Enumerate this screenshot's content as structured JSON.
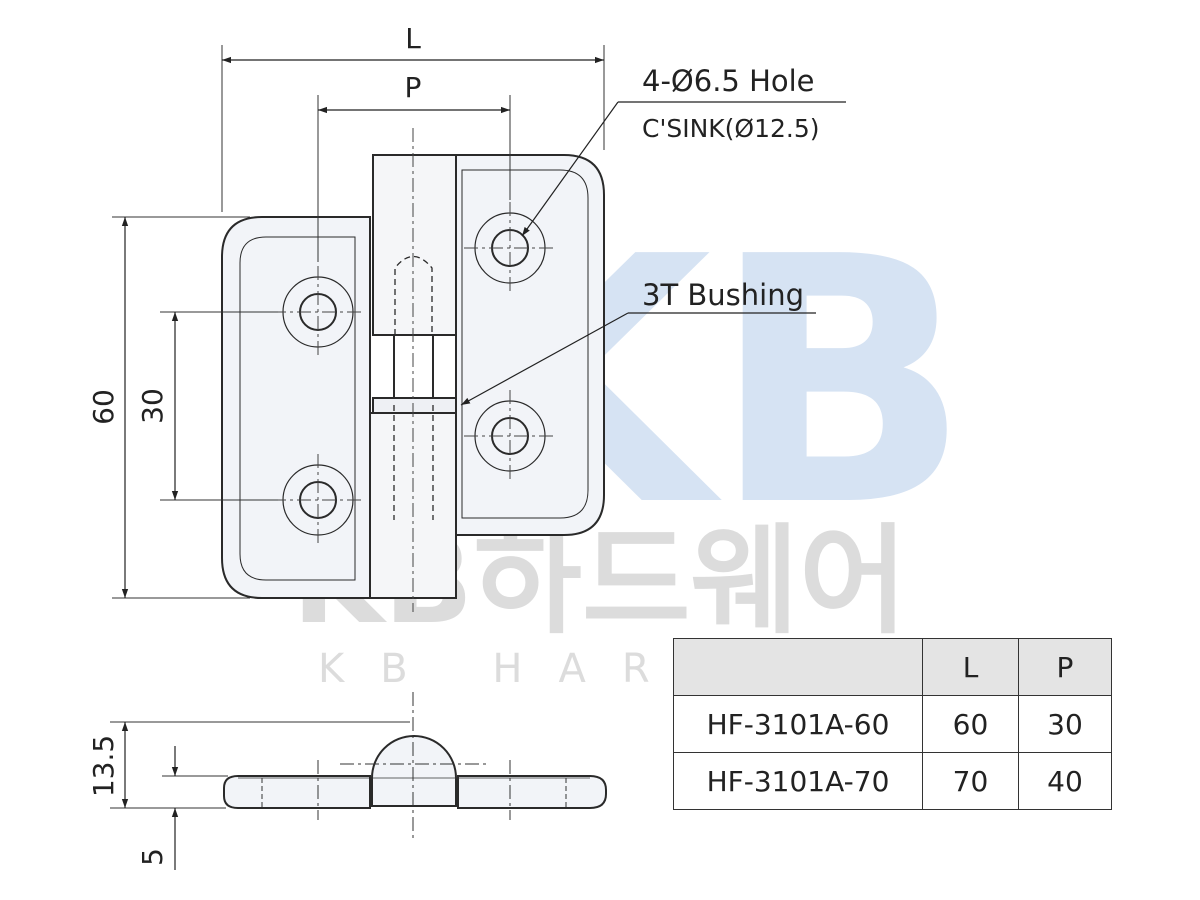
{
  "dimensions": {
    "L": "L",
    "P": "P",
    "height_60": "60",
    "pitch_30": "30",
    "side_13_5": "13.5",
    "side_5": "5"
  },
  "callouts": {
    "hole_line1": "4-Ø6.5 Hole",
    "hole_line2": "C'SINK(Ø12.5)",
    "bushing": "3T Bushing"
  },
  "watermark": {
    "logo": "KB",
    "main": "KB하드웨어",
    "sub": "KB HARDWARE"
  },
  "table": {
    "headers": [
      "",
      "L",
      "P"
    ],
    "rows": [
      [
        "HF-3101A-60",
        "60",
        "30"
      ],
      [
        "HF-3101A-70",
        "70",
        "40"
      ]
    ]
  }
}
